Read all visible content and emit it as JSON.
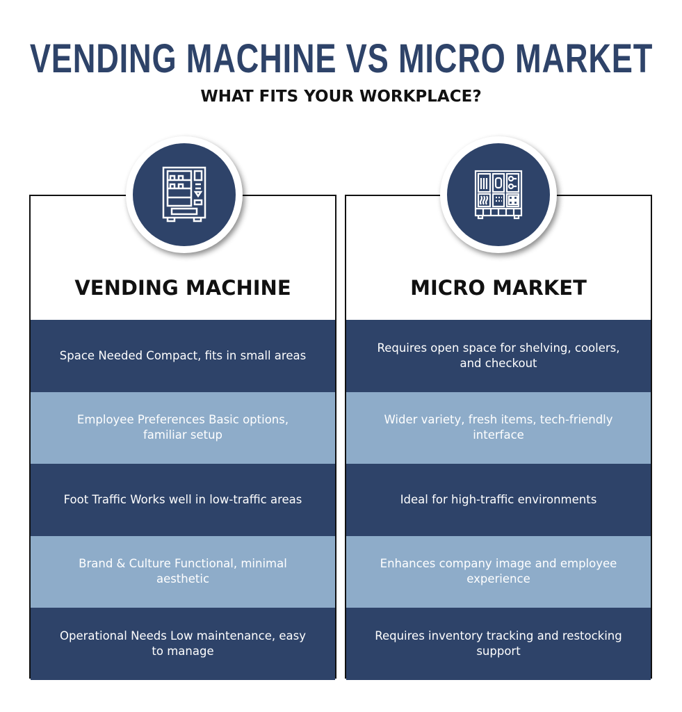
{
  "title": "VENDING MACHINE VS MICRO MARKET",
  "subtitle": "WHAT FITS YOUR WORKPLACE?",
  "colors": {
    "navy": "#2e4369",
    "light": "#8eacc9"
  },
  "columns": [
    {
      "heading": "VENDING MACHINE",
      "icon": "vending-machine-icon",
      "rows": [
        "Space Needed Compact, fits in small areas",
        "Employee Preferences Basic options, familiar setup",
        "Foot Traffic Works well in low-traffic areas",
        "Brand & Culture Functional, minimal aesthetic",
        "Operational Needs Low maintenance, easy to manage"
      ]
    },
    {
      "heading": "MICRO MARKET",
      "icon": "micro-market-icon",
      "rows": [
        "Requires open space for shelving, coolers, and checkout",
        "Wider variety, fresh items, tech-friendly interface",
        "Ideal for high-traffic environments",
        "Enhances company image and employee experience",
        "Requires inventory tracking and restocking support"
      ]
    }
  ]
}
